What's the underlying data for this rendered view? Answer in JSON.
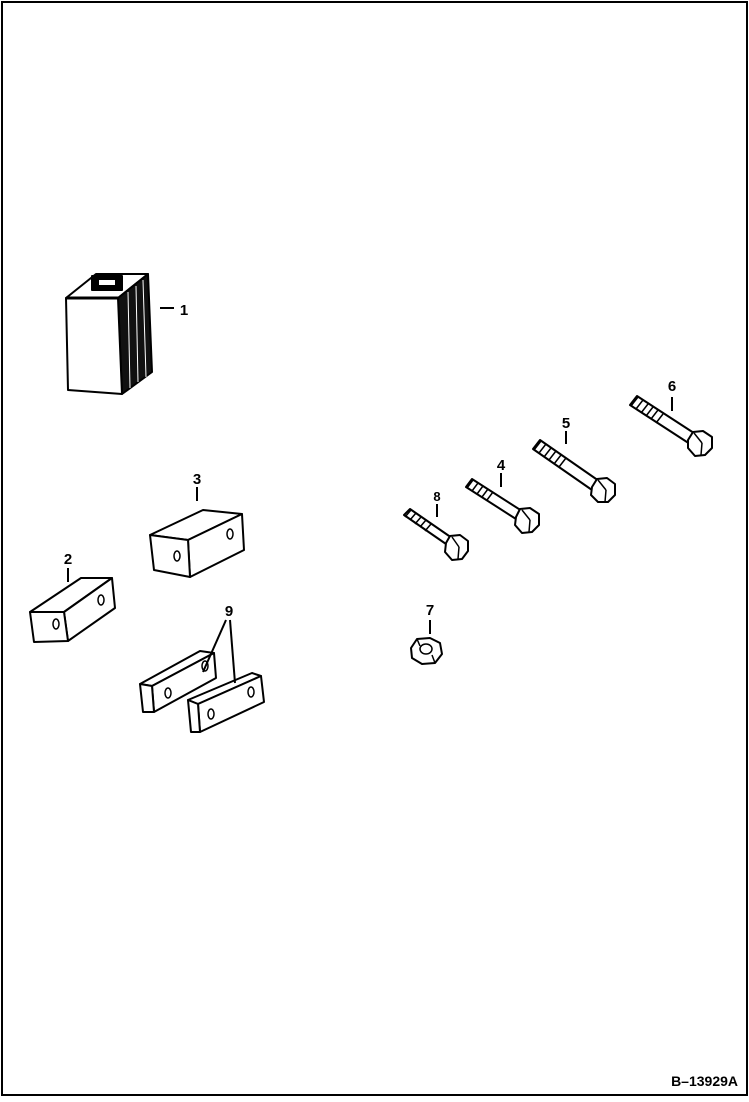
{
  "diagram": {
    "drawing_number": "B–13929A",
    "callouts": [
      {
        "id": "c1",
        "label": "1",
        "part": "weight-block"
      },
      {
        "id": "c2",
        "label": "2",
        "part": "small-plate"
      },
      {
        "id": "c3",
        "label": "3",
        "part": "spacer-block"
      },
      {
        "id": "c4",
        "label": "4",
        "part": "bolt"
      },
      {
        "id": "c5",
        "label": "5",
        "part": "bolt"
      },
      {
        "id": "c6",
        "label": "6",
        "part": "bolt"
      },
      {
        "id": "c7",
        "label": "7",
        "part": "nut"
      },
      {
        "id": "c8",
        "label": "8",
        "part": "bolt"
      },
      {
        "id": "c9",
        "label": "9",
        "part": "shim-plates"
      }
    ]
  }
}
